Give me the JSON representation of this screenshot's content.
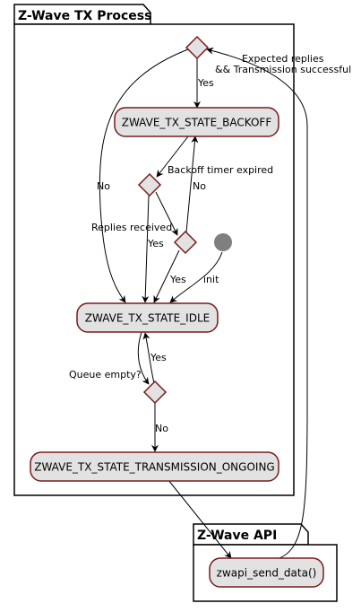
{
  "packages": {
    "tx_process": "Z-Wave TX Process",
    "api": "Z-Wave API"
  },
  "states": {
    "backoff": "ZWAVE_TX_STATE_BACKOFF",
    "idle": "ZWAVE_TX_STATE_IDLE",
    "ongoing": "ZWAVE_TX_STATE_TRANSMISSION_ONGOING",
    "send_data": "zwapi_send_data()"
  },
  "labels": {
    "expected_line1": "Expected replies",
    "expected_line2": "&& Transmission successful",
    "yes_top": "Yes",
    "no_left": "No",
    "backoff_expired": "Backoff timer expired",
    "no_mid": "No",
    "replies_received": "Replies received",
    "yes_replies": "Yes",
    "yes_lower": "Yes",
    "init": "init",
    "queue_empty": "Queue empty?",
    "yes_queue": "Yes",
    "no_queue": "No"
  }
}
